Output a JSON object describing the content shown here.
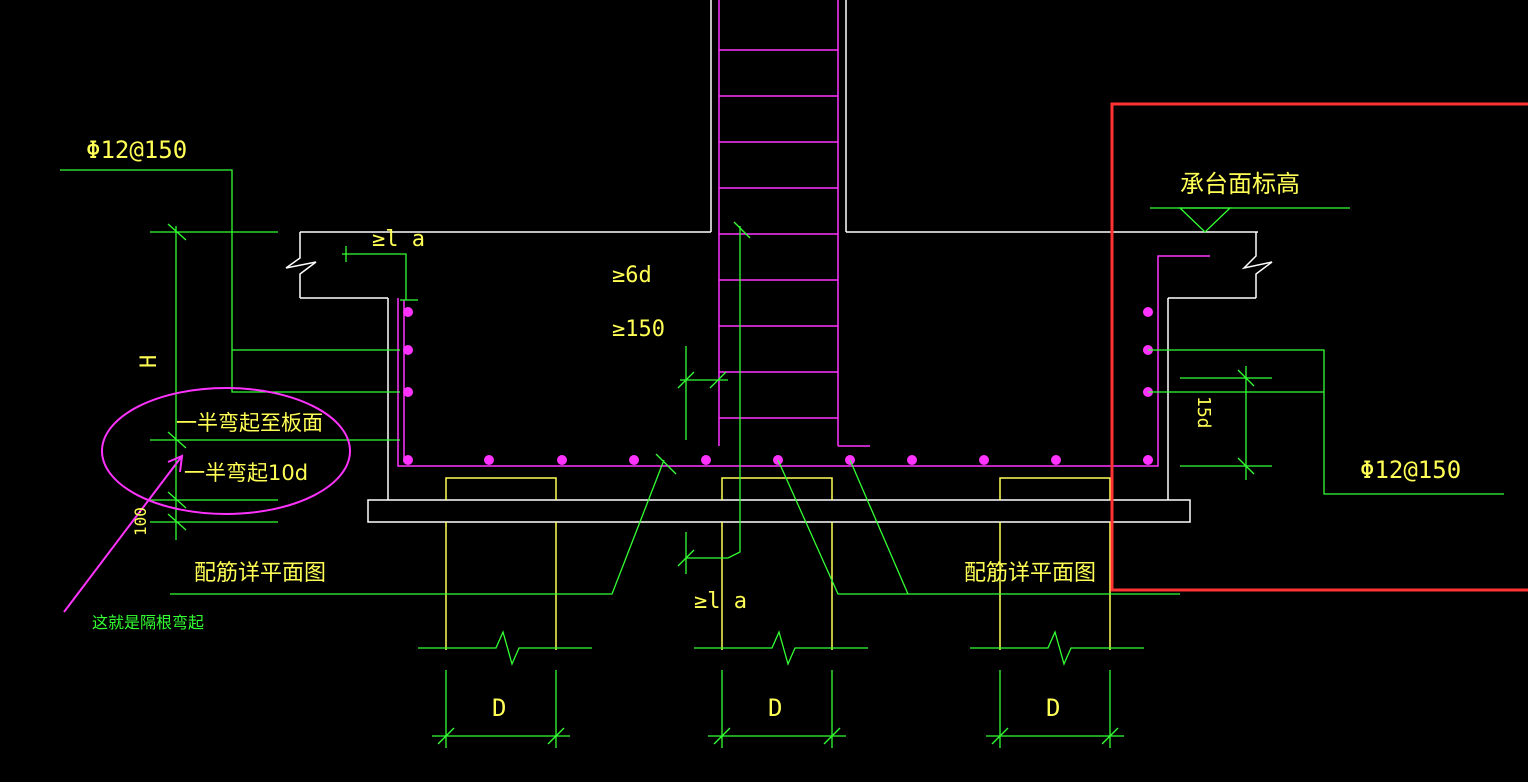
{
  "texts": {
    "rebar_left": "Φ12@150",
    "rebar_right": "Φ12@150",
    "top_elev": "承台面标高",
    "anchor_la_top": "≥l a",
    "six_d": "≥6d",
    "spacing_150": "≥150",
    "height_H": "H",
    "bend_to_top": "一半弯起至板面",
    "bend_10d": "一半弯起10d",
    "dim_100": "100",
    "dim_15d": "15d",
    "plan_left": "配筋详平面图",
    "plan_right": "配筋详平面图",
    "anchor_la_bottom": "≥l a",
    "pile_d1": "D",
    "pile_d2": "D",
    "pile_d3": "D",
    "annotation": "这就是隔根弯起"
  },
  "colors": {
    "background": "#000000",
    "concrete_line": "#ffffff",
    "rebar": "#ff33ff",
    "dimension": "#33ff33",
    "text": "#ffff55",
    "pile": "#ffff55",
    "highlight_box": "#ff3333",
    "annotation_ellipse": "#ff33ff"
  }
}
